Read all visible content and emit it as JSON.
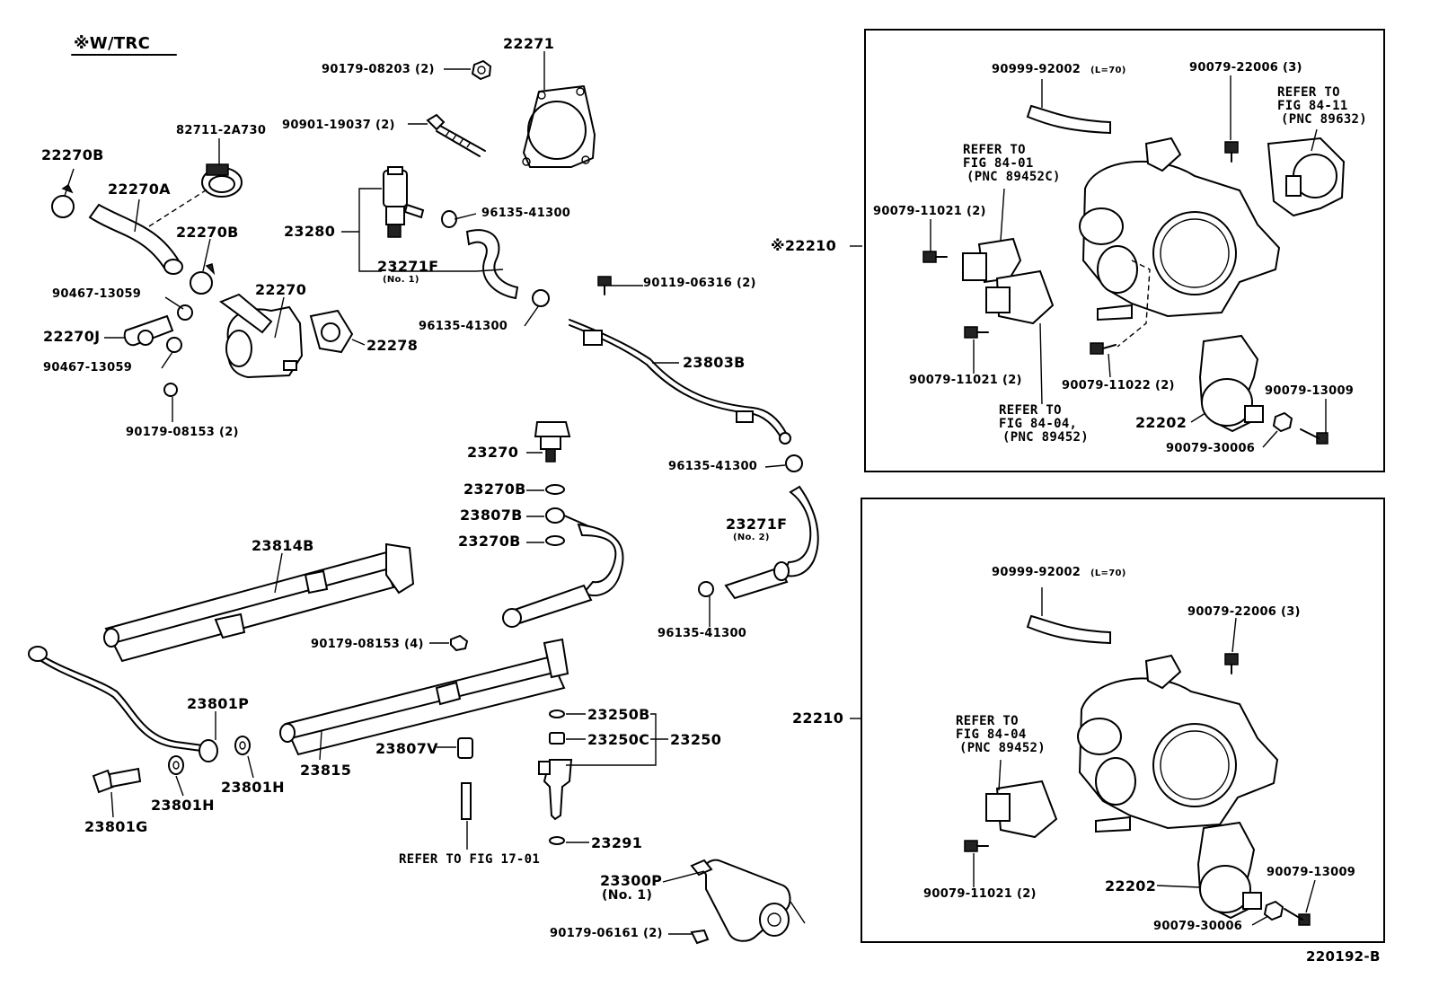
{
  "header": {
    "note": "※W/TRC"
  },
  "footer": {
    "figure_id": "220192-B"
  },
  "labels": {
    "p22271": "22271",
    "p90179_08203": "90179-08203 (2)",
    "p82711": "82711-2A730",
    "p90901": "90901-19037 (2)",
    "p22270B_a": "22270B",
    "p22270A": "22270A",
    "p22270B_b": "22270B",
    "p23280": "23280",
    "p96135_a": "96135-41300",
    "p23271F_a": "23271F",
    "p23271F_a_sub": "(No. 1)",
    "p90119": "90119-06316 (2)",
    "p90467_a": "90467-13059",
    "p22270": "22270",
    "p96135_b": "96135-41300",
    "p22270J": "22270J",
    "p22278": "22278",
    "p90467_b": "90467-13059",
    "p23803B": "23803B",
    "p90179_08153": "90179-08153 (2)",
    "p23270": "23270",
    "p96135_c": "96135-41300",
    "p23270B_a": "23270B",
    "p23807B": "23807B",
    "p23271F_b": "23271F",
    "p23271F_b_sub": "(No. 2)",
    "p23270B_b": "23270B",
    "p23814B": "23814B",
    "p96135_d": "96135-41300",
    "p90179_08153_4": "90179-08153 (4)",
    "p23801P": "23801P",
    "p23250B": "23250B",
    "p23250C": "23250C",
    "p23250": "23250",
    "p23807V": "23807V",
    "p23815": "23815",
    "p23801H_a": "23801H",
    "p23801H_b": "23801H",
    "p23801G": "23801G",
    "p23291": "23291",
    "refer_fig17": "REFER TO FIG 17-01",
    "p23300P": "23300P",
    "p23300P_sub": "(No. 1)",
    "p90179_06161": "90179-06161 (2)"
  },
  "top_box": {
    "assembly": "※22210",
    "p90999": "90999-92002",
    "p90999_len": "(L=70)",
    "p90079_22006": "90079-22006 (3)",
    "refer_84_11": [
      "REFER TO",
      "FIG 84-11",
      "(PNC 89632)"
    ],
    "refer_84_01": [
      "REFER TO",
      "FIG 84-01",
      "(PNC 89452C)"
    ],
    "p90079_11021_a": "90079-11021 (2)",
    "p90079_11021_b": "90079-11021 (2)",
    "p90079_11022": "90079-11022 (2)",
    "refer_84_04": [
      "REFER TO",
      "FIG 84-04,",
      "(PNC 89452)"
    ],
    "p90079_13009": "90079-13009",
    "p22202": "22202",
    "p90079_30006": "90079-30006"
  },
  "bottom_box": {
    "assembly": "22210",
    "p90999": "90999-92002",
    "p90999_len": "(L=70)",
    "p90079_22006": "90079-22006 (3)",
    "refer_84_04": [
      "REFER TO",
      "FIG 84-04",
      "(PNC 89452)"
    ],
    "p90079_11021": "90079-11021 (2)",
    "p22202": "22202",
    "p90079_13009": "90079-13009",
    "p90079_30006": "90079-30006"
  }
}
